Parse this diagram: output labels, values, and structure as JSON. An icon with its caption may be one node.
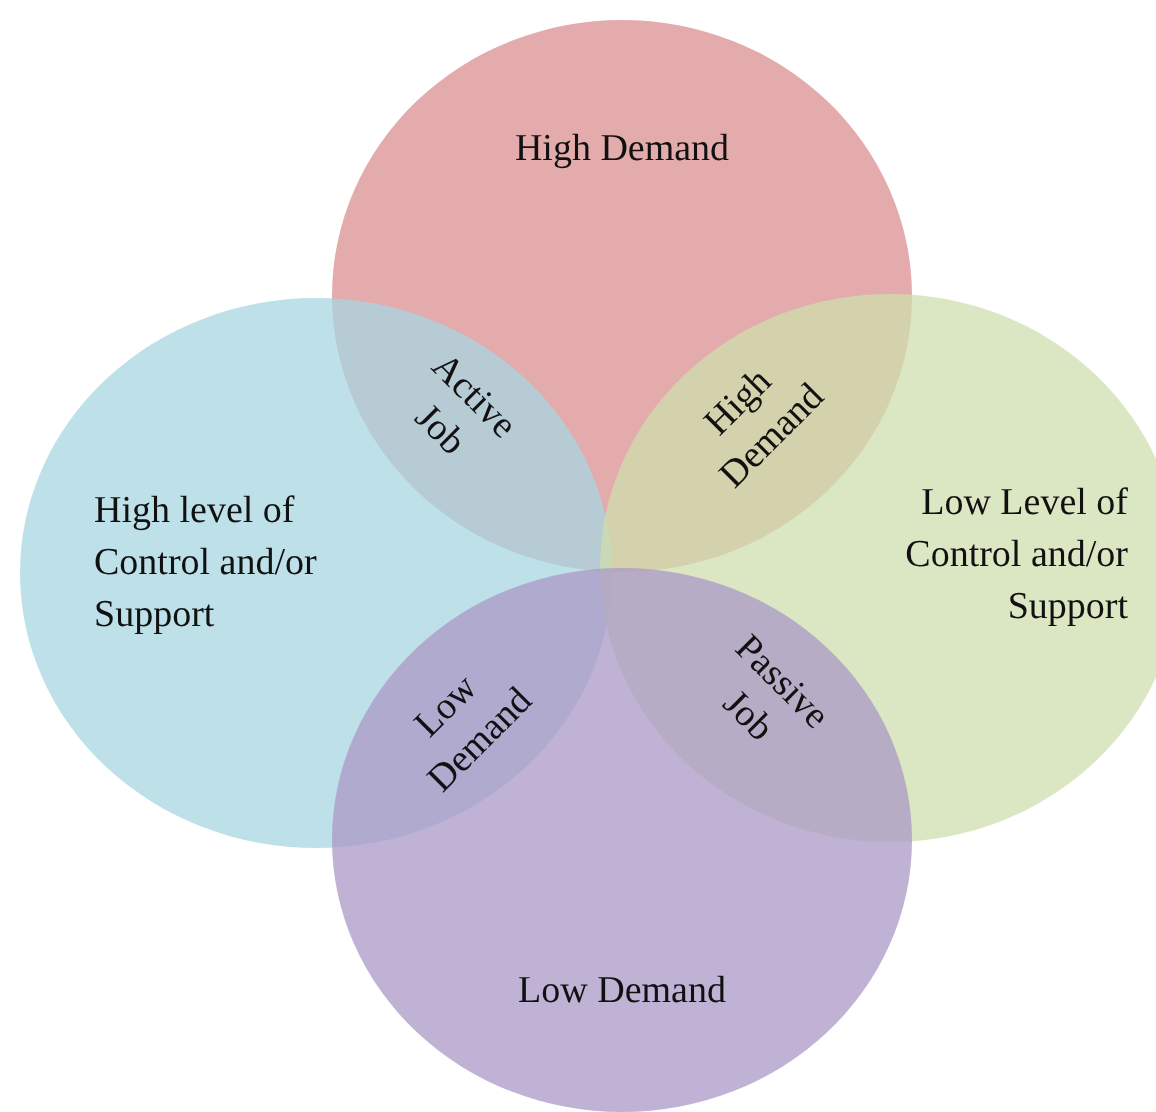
{
  "diagram": {
    "nodes": [
      {
        "text": [
          "High Demand"
        ]
      },
      {
        "text": [
          "High level of Control and/or Support"
        ]
      },
      {
        "text": [
          "Low Level of Control and/or Support"
        ]
      },
      {
        "text": [
          "Low Demand"
        ]
      }
    ],
    "labels": [
      "Active Job",
      "High Demand",
      "Low Demand",
      "Passive Job"
    ]
  }
}
